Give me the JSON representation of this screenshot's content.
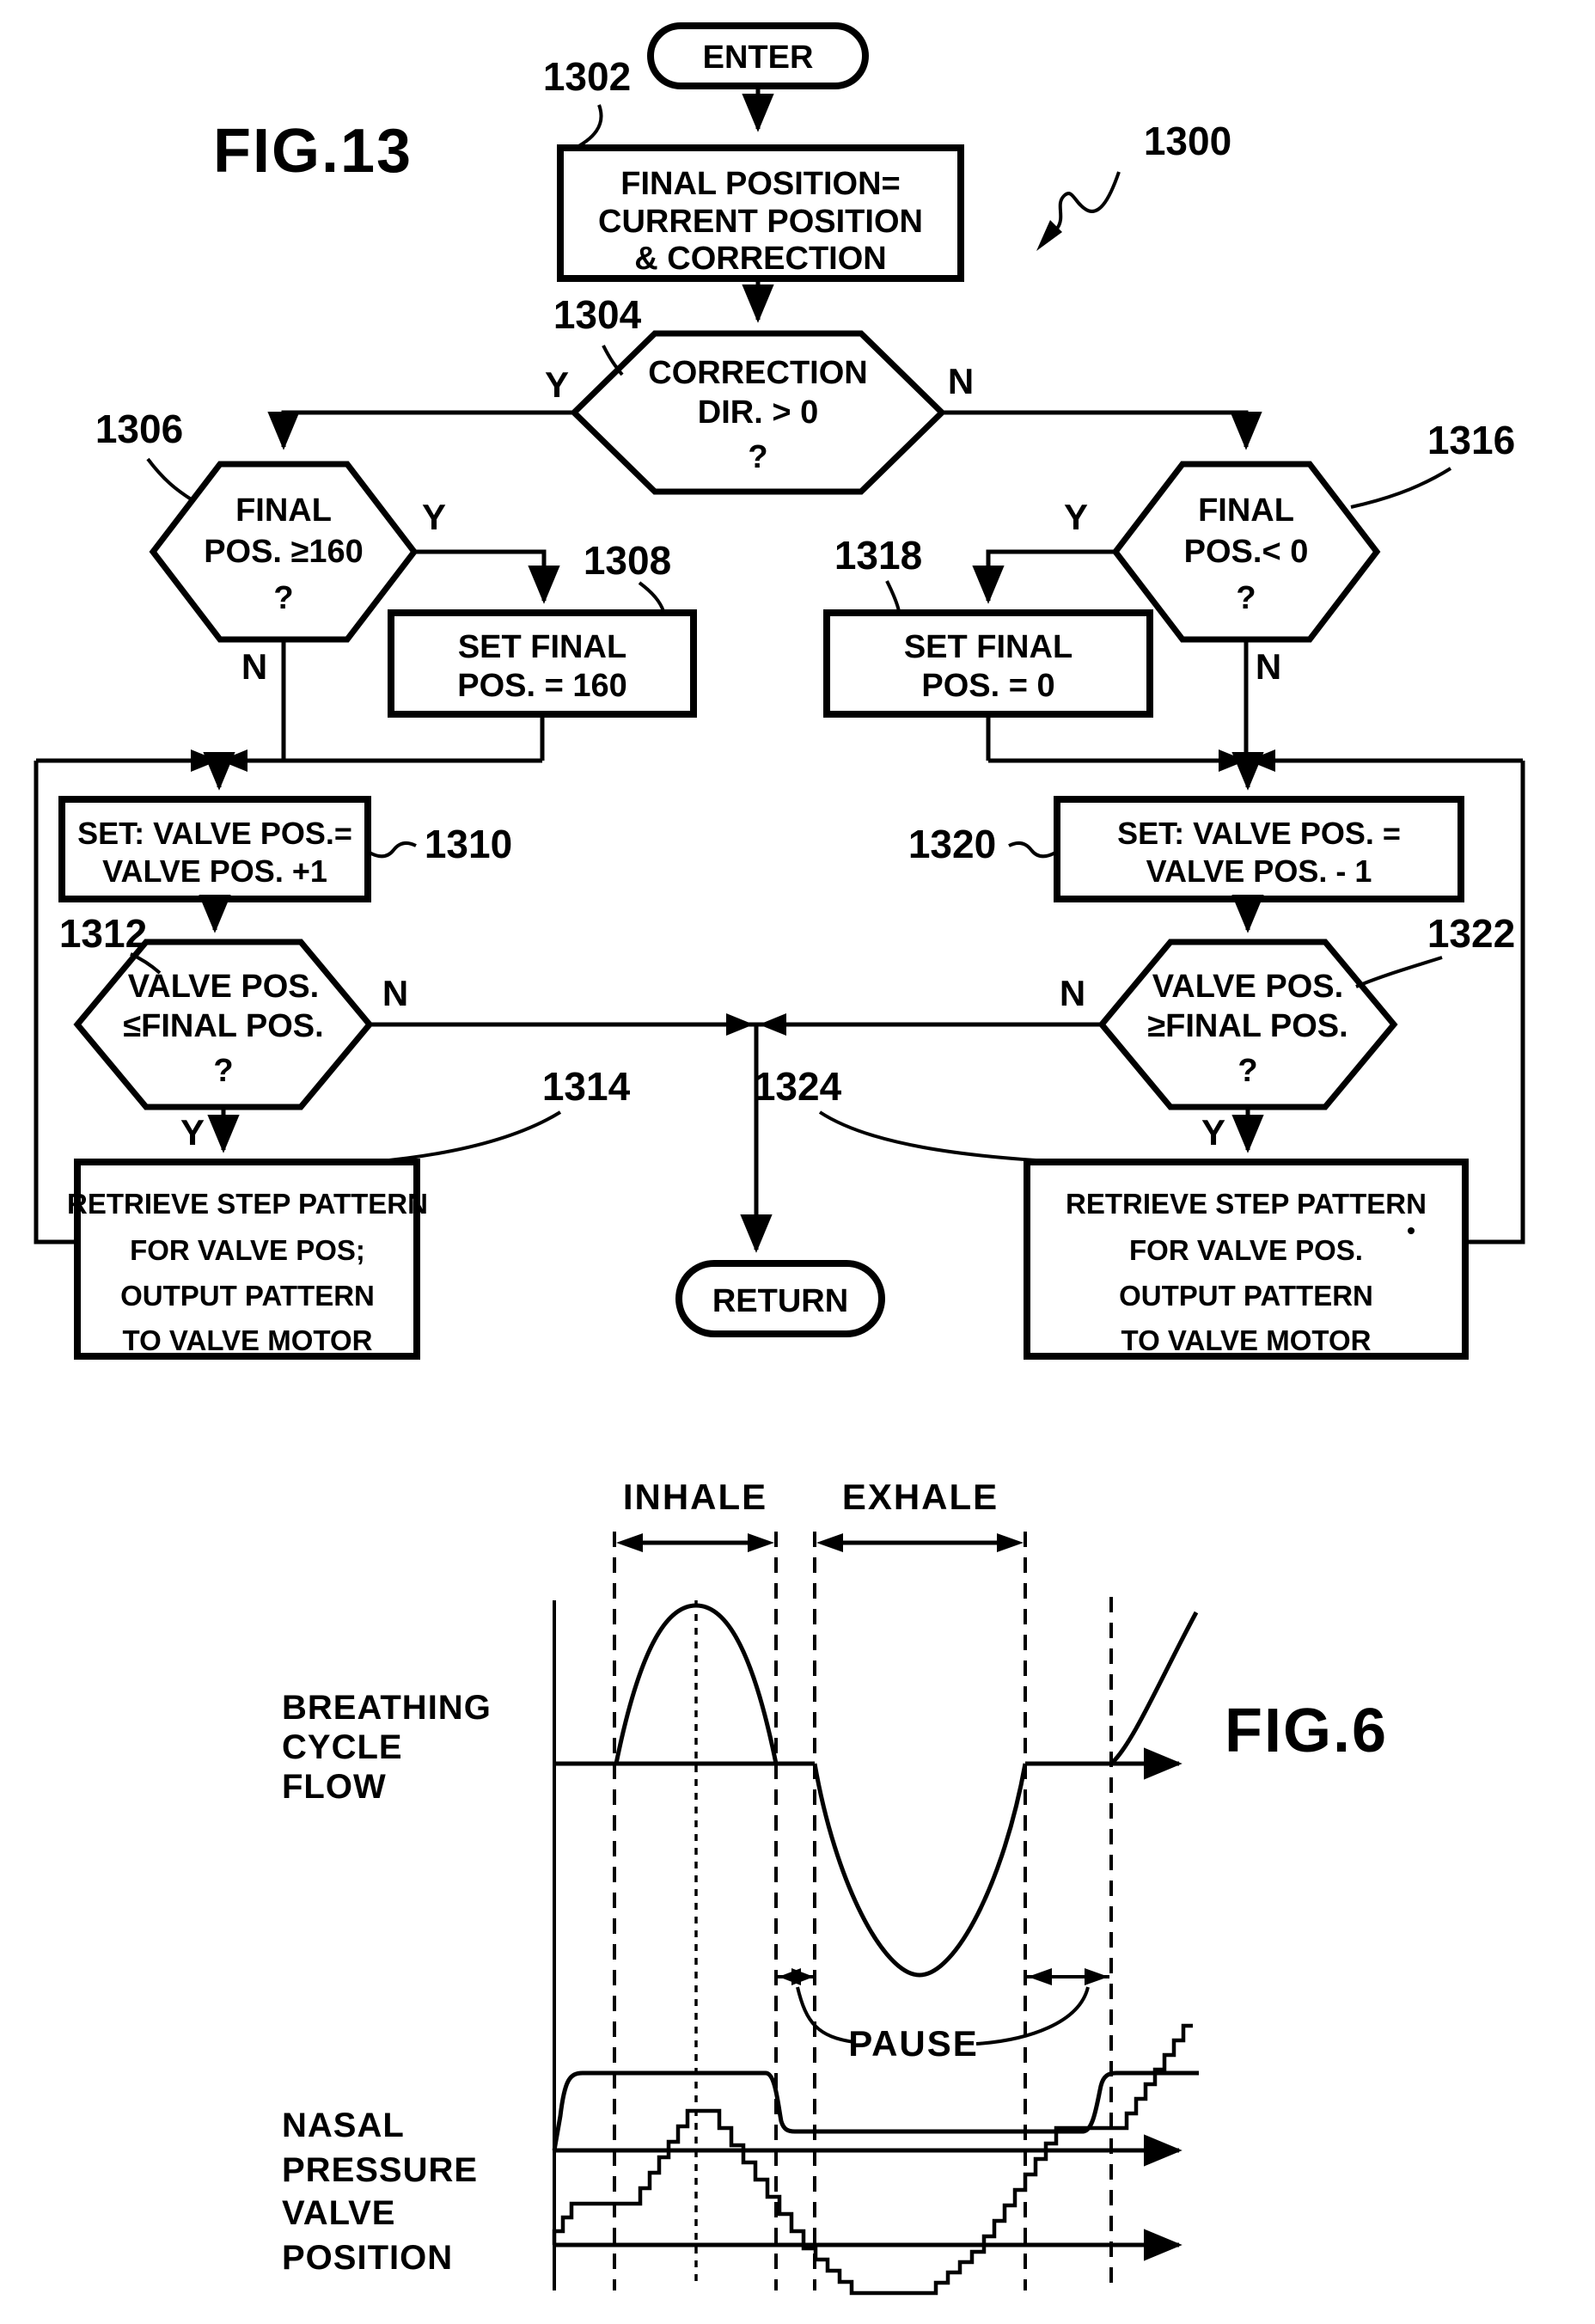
{
  "fig13": {
    "title": "FIG.13",
    "diagram_ref": "1300",
    "yes": "Y",
    "no": "N",
    "enter_label": "ENTER",
    "return_label": "RETURN",
    "n1302": {
      "ref": "1302",
      "l1": "FINAL POSITION=",
      "l2": "CURRENT POSITION",
      "l3": "& CORRECTION"
    },
    "n1304": {
      "ref": "1304",
      "l1": "CORRECTION",
      "l2": "DIR. > 0",
      "l3": "?"
    },
    "n1306": {
      "ref": "1306",
      "l1": "FINAL",
      "l2": "POS. ≥160",
      "l3": "?"
    },
    "n1308": {
      "ref": "1308",
      "l1": "SET FINAL",
      "l2": "POS. = 160"
    },
    "n1310": {
      "ref": "1310",
      "l1": "SET: VALVE POS.=",
      "l2": "VALVE POS. +1"
    },
    "n1312": {
      "ref": "1312",
      "l1": "VALVE POS.",
      "l2": "≤FINAL POS.",
      "l3": "?"
    },
    "n1314": {
      "ref": "1314",
      "l1": "RETRIEVE STEP PATTERN",
      "l2": "FOR VALVE POS;",
      "l3": "OUTPUT PATTERN",
      "l4": "TO VALVE MOTOR"
    },
    "n1316": {
      "ref": "1316",
      "l1": "FINAL",
      "l2": "POS.< 0",
      "l3": "?"
    },
    "n1318": {
      "ref": "1318",
      "l1": "SET FINAL",
      "l2": "POS. = 0"
    },
    "n1320": {
      "ref": "1320",
      "l1": "SET: VALVE POS. =",
      "l2": "VALVE POS. - 1"
    },
    "n1322": {
      "ref": "1322",
      "l1": "VALVE POS.",
      "l2": "≥FINAL POS.",
      "l3": "?"
    },
    "n1324": {
      "ref": "1324",
      "l1": "RETRIEVE STEP PATTERN",
      "l2": "FOR VALVE POS.",
      "l3": "OUTPUT PATTERN",
      "l4": "TO VALVE MOTOR"
    }
  },
  "fig6": {
    "title": "FIG.6",
    "inhale": "INHALE",
    "exhale": "EXHALE",
    "pause": "PAUSE",
    "flow_label": {
      "l1": "BREATHING",
      "l2": "CYCLE",
      "l3": "FLOW"
    },
    "nasal_label": {
      "l1": "NASAL",
      "l2": "PRESSURE"
    },
    "valve_label": {
      "l1": "VALVE",
      "l2": "POSITION"
    }
  },
  "colors": {
    "ink": "#000000",
    "paper": "#ffffff"
  }
}
